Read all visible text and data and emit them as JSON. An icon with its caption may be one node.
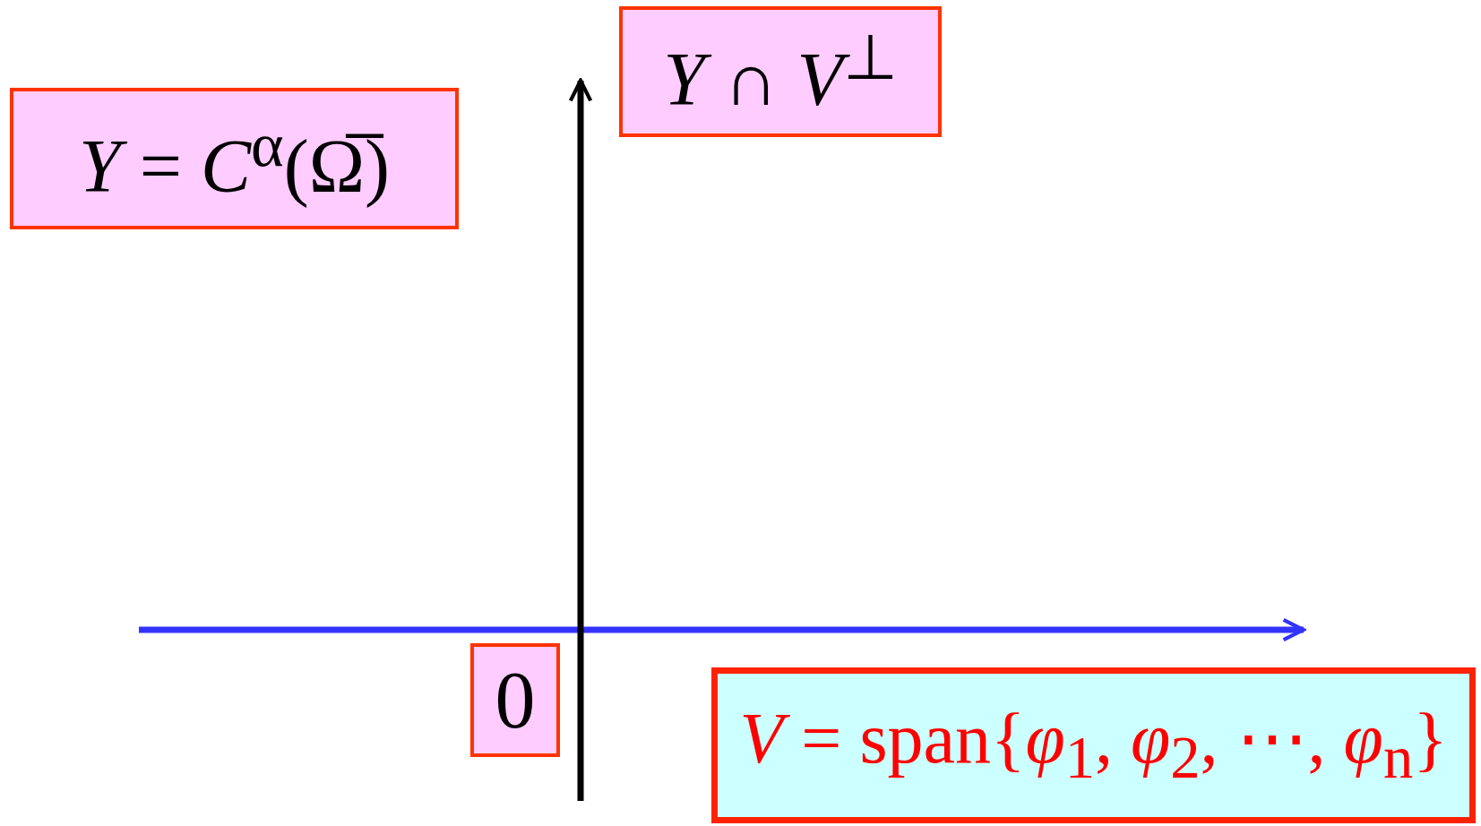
{
  "diagram": {
    "nodes": [
      {
        "text": [
          "*Y* = *C*$^{α}$(Ω̅)"
        ]
      },
      {
        "text": [
          "*Y* ∩ *V*$^{⊥}$"
        ]
      },
      {
        "text": [
          "0"
        ]
      },
      {
        "text": [
          "*V* = span{*φ*$_{1}$, *φ*$_{2}$, ⋯, *φ*$_{n}$}"
        ]
      }
    ]
  }
}
